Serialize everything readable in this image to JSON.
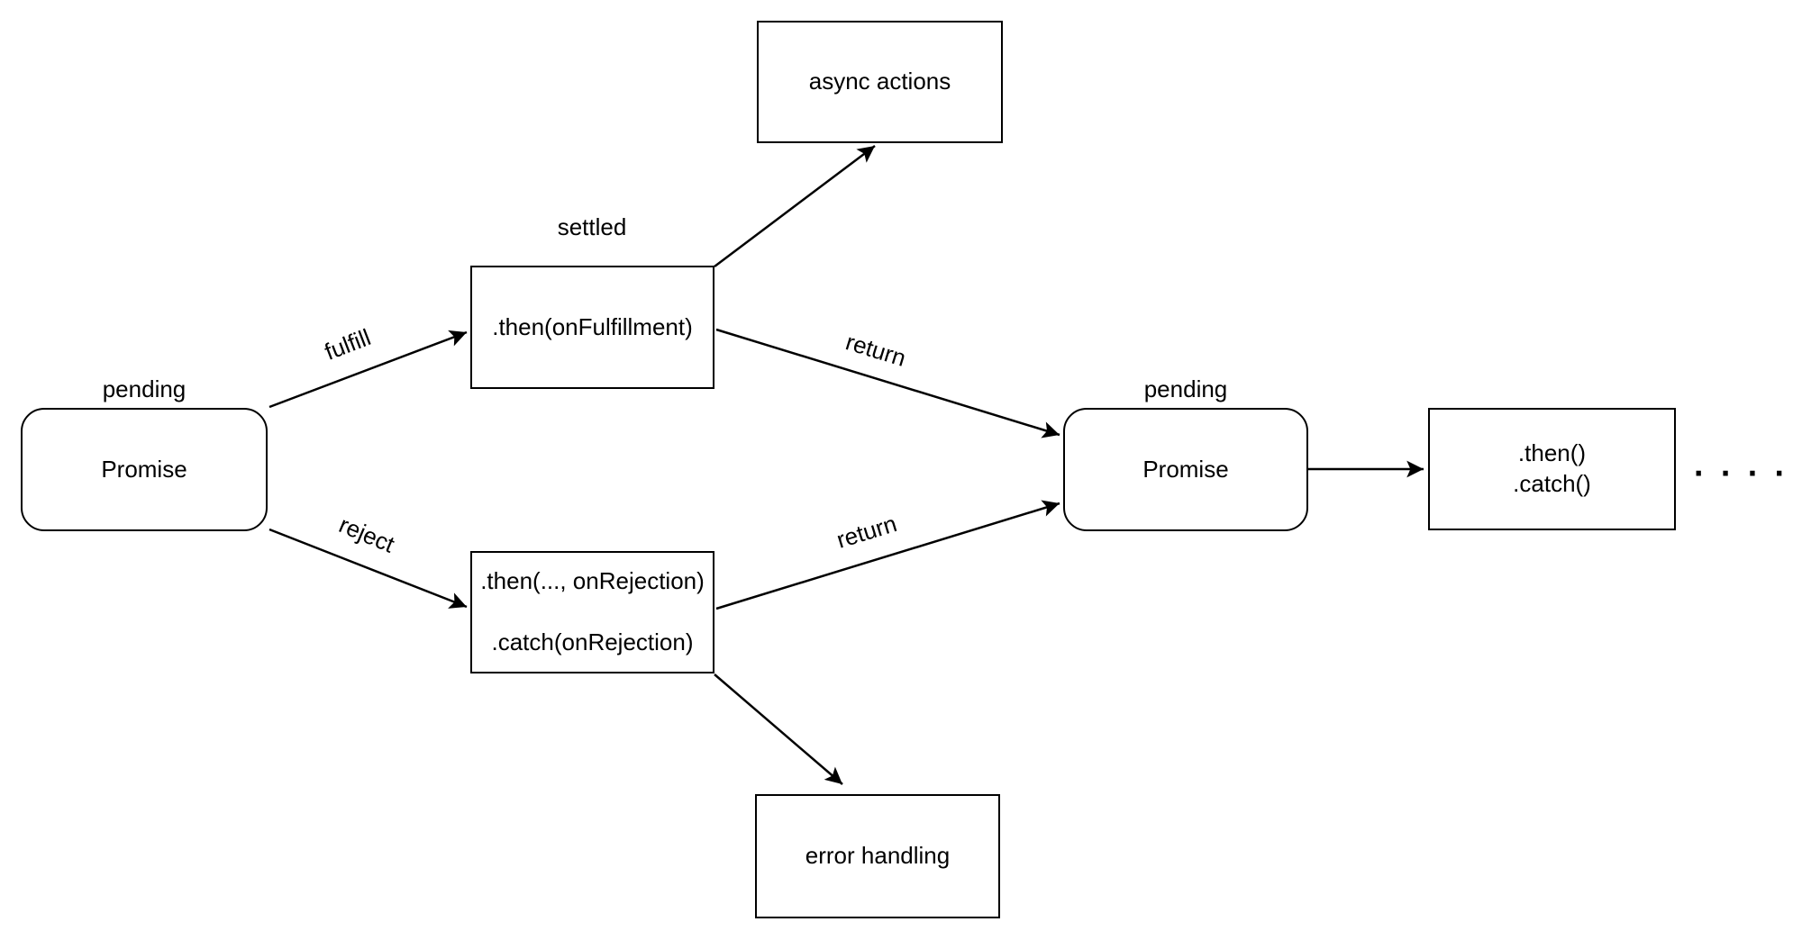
{
  "diagram": {
    "background_color": "#ffffff",
    "stroke_color": "#000000",
    "text_color": "#000000",
    "nodes": {
      "promise1": {
        "label": "Promise",
        "state_label": "pending",
        "shape": "rounded-rectangle"
      },
      "then_fulfillment": {
        "label": ".then(onFulfillment)",
        "state_label": "settled",
        "shape": "rectangle"
      },
      "async_actions": {
        "label": "async actions",
        "shape": "rectangle"
      },
      "rejection_handlers": {
        "line1": ".then(..., onRejection)",
        "line2": ".catch(onRejection)",
        "shape": "rectangle"
      },
      "error_handling": {
        "label": "error handling",
        "shape": "rectangle"
      },
      "promise2": {
        "label": "Promise",
        "state_label": "pending",
        "shape": "rounded-rectangle"
      },
      "chain_handlers": {
        "line1": ".then()",
        "line2": ".catch()",
        "shape": "rectangle"
      },
      "continuation_dots": ". . . ."
    },
    "edges": {
      "fulfill_label": "fulfill",
      "reject_label": "reject",
      "return_top_label": "return",
      "return_bottom_label": "return"
    }
  }
}
